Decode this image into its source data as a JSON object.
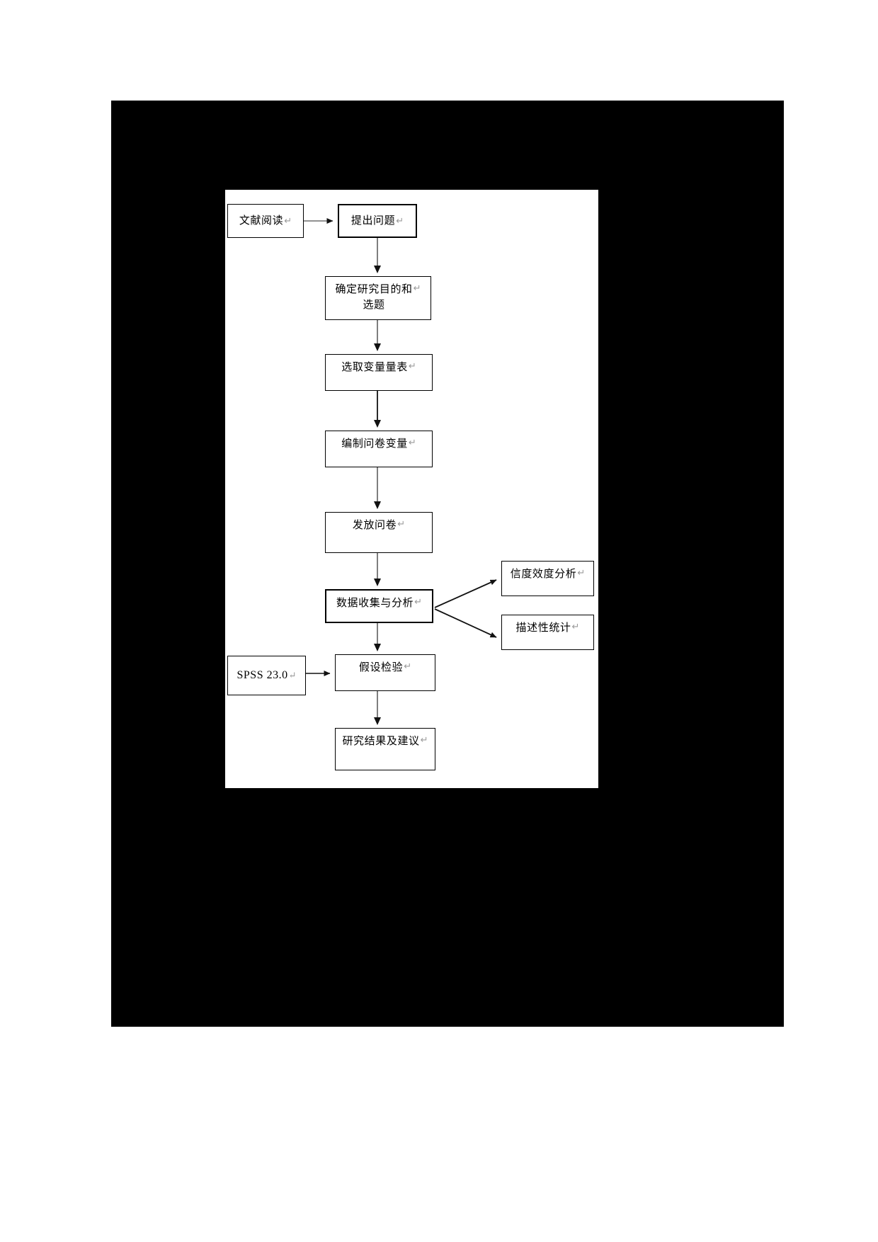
{
  "document": {
    "type": "scanned-page",
    "background_color": "#000000",
    "canvas_color": "#ffffff"
  },
  "chart_data": {
    "type": "diagram",
    "title": "",
    "nodes": [
      {
        "id": "lit",
        "label": "文献阅读",
        "pilcrow": "↵"
      },
      {
        "id": "question",
        "label": "提出问题",
        "pilcrow": "↵"
      },
      {
        "id": "purpose",
        "label": "确定研究目的和\n选题",
        "pilcrow": "↵"
      },
      {
        "id": "scale",
        "label": "选取变量量表",
        "pilcrow": "↵"
      },
      {
        "id": "compile",
        "label": "编制问卷变量",
        "pilcrow": "↵"
      },
      {
        "id": "distribute",
        "label": "发放问卷",
        "pilcrow": "↵"
      },
      {
        "id": "collect",
        "label": "数据收集与分析",
        "pilcrow": "↵"
      },
      {
        "id": "reliab",
        "label": "信度效度分析",
        "pilcrow": "↵"
      },
      {
        "id": "descr",
        "label": "描述性统计",
        "pilcrow": "↵"
      },
      {
        "id": "spss",
        "label": "SPSS 23.0",
        "pilcrow": "↵"
      },
      {
        "id": "hypo",
        "label": "假设检验",
        "pilcrow": "↵"
      },
      {
        "id": "results",
        "label": "研究结果及建议",
        "pilcrow": "↵"
      }
    ],
    "edges": [
      {
        "from": "lit",
        "to": "question",
        "direction": "right"
      },
      {
        "from": "question",
        "to": "purpose",
        "direction": "down"
      },
      {
        "from": "purpose",
        "to": "scale",
        "direction": "down"
      },
      {
        "from": "scale",
        "to": "compile",
        "direction": "down"
      },
      {
        "from": "compile",
        "to": "distribute",
        "direction": "down"
      },
      {
        "from": "distribute",
        "to": "collect",
        "direction": "down"
      },
      {
        "from": "collect",
        "to": "reliab",
        "direction": "up-right"
      },
      {
        "from": "collect",
        "to": "descr",
        "direction": "down-right"
      },
      {
        "from": "collect",
        "to": "hypo",
        "direction": "down"
      },
      {
        "from": "spss",
        "to": "hypo",
        "direction": "right"
      },
      {
        "from": "hypo",
        "to": "results",
        "direction": "down"
      }
    ],
    "line_color": "#000000",
    "box_border_color": "#000000",
    "box_fill_color": "#ffffff",
    "text_color": "#000000",
    "pilcrow_color": "#9a9a9a"
  }
}
